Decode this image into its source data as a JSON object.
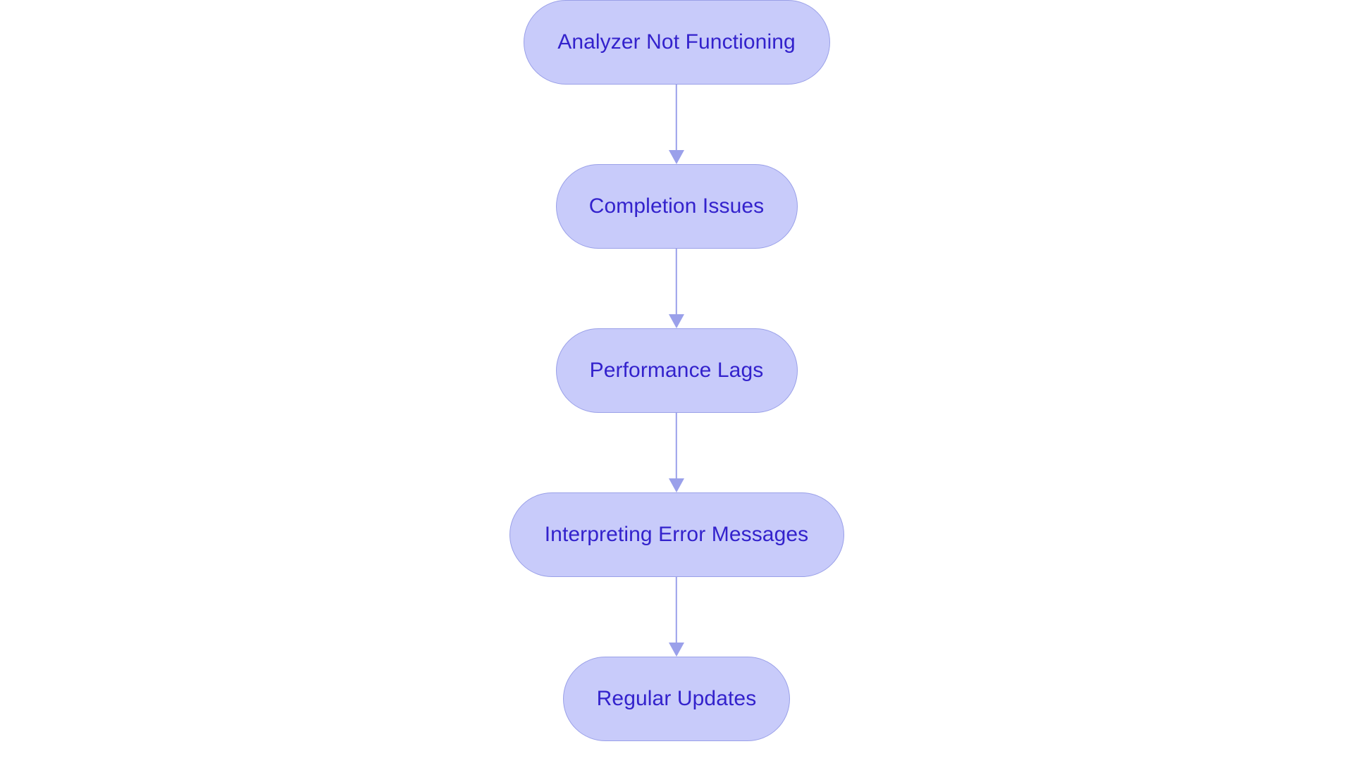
{
  "diagram": {
    "type": "flowchart",
    "direction": "top-to-bottom",
    "background_color": "#ffffff",
    "node_fill_color": "#c8cbfa",
    "node_border_color": "#9aa0e8",
    "node_text_color": "#3322cc",
    "connector_color": "#9aa0ea",
    "node_shape": "stadium",
    "nodes": [
      {
        "id": "analyzer-not-functioning",
        "label": "Analyzer Not Functioning"
      },
      {
        "id": "completion-issues",
        "label": "Completion Issues"
      },
      {
        "id": "performance-lags",
        "label": "Performance Lags"
      },
      {
        "id": "interpreting-error-messages",
        "label": "Interpreting Error Messages"
      },
      {
        "id": "regular-updates",
        "label": "Regular Updates"
      }
    ],
    "edges": [
      {
        "from": "analyzer-not-functioning",
        "to": "completion-issues",
        "label": "",
        "arrow": "down"
      },
      {
        "from": "completion-issues",
        "to": "performance-lags",
        "label": "",
        "arrow": "down"
      },
      {
        "from": "performance-lags",
        "to": "interpreting-error-messages",
        "label": "",
        "arrow": "down"
      },
      {
        "from": "interpreting-error-messages",
        "to": "regular-updates",
        "label": "",
        "arrow": "down"
      }
    ]
  }
}
